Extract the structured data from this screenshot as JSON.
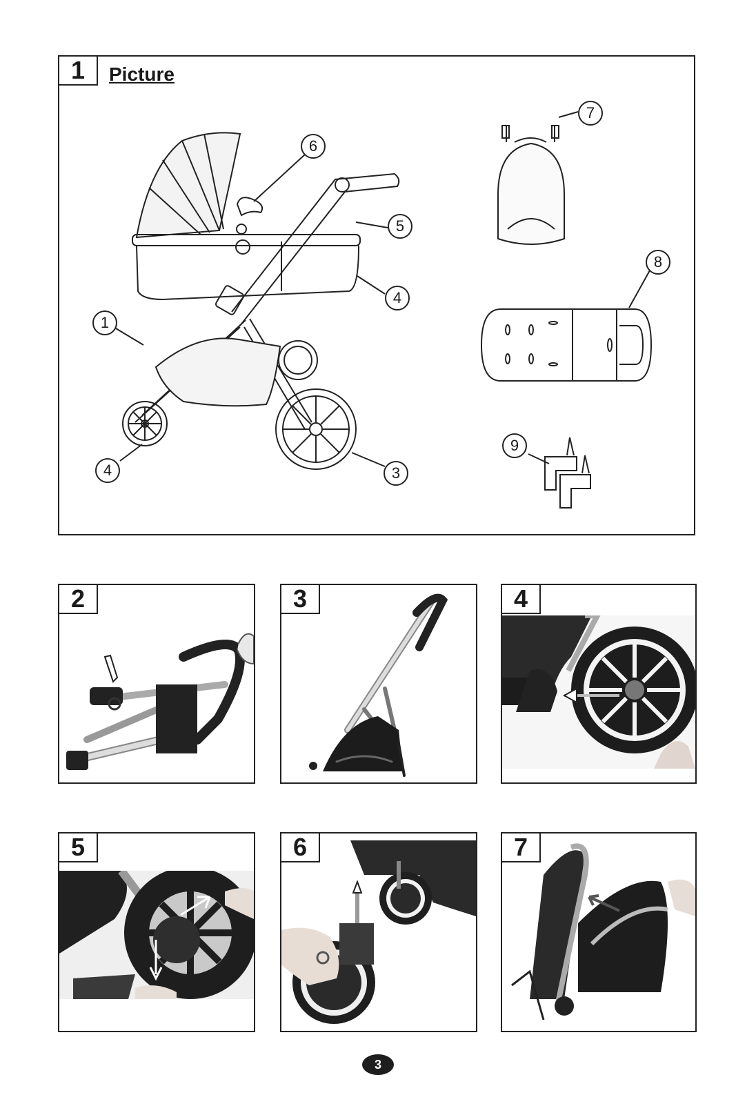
{
  "section1": {
    "number": "1",
    "title": "Picture",
    "callouts": [
      "1",
      "3",
      "4",
      "4",
      "5",
      "6",
      "7",
      "8",
      "9"
    ]
  },
  "steps": [
    {
      "number": "2"
    },
    {
      "number": "3"
    },
    {
      "number": "4"
    },
    {
      "number": "5"
    },
    {
      "number": "6"
    },
    {
      "number": "7"
    }
  ],
  "page_number": "3"
}
